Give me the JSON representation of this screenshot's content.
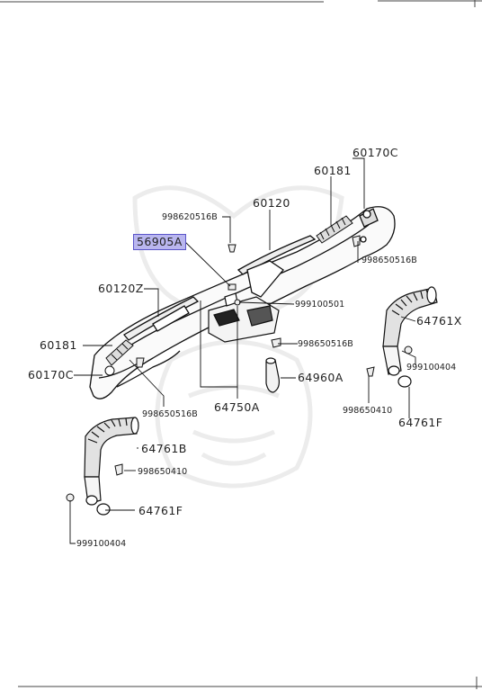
{
  "diagram": {
    "parts": {
      "p60170c_top": "60170C",
      "p60181_top": "60181",
      "p60120": "60120",
      "p998620516b": "998620516B",
      "p56905a": "56905A",
      "p998650516b_right": "998650516B",
      "p60120z": "60120Z",
      "p999100501": "999100501",
      "p64761x": "64761X",
      "p60181_left": "60181",
      "p998650516b_mid": "998650516B",
      "p999100404_right": "999100404",
      "p60170c_left": "60170C",
      "p64960a": "64960A",
      "p998650516b_left": "998650516B",
      "p64750a": "64750A",
      "p998650410_right": "998650410",
      "p64761f_right": "64761F",
      "p64761b": "64761B",
      "p998650410_left": "998650410",
      "p64761f_left": "64761F",
      "p999100404_left": "999100404"
    },
    "highlight_color": "#b9b6ef"
  }
}
